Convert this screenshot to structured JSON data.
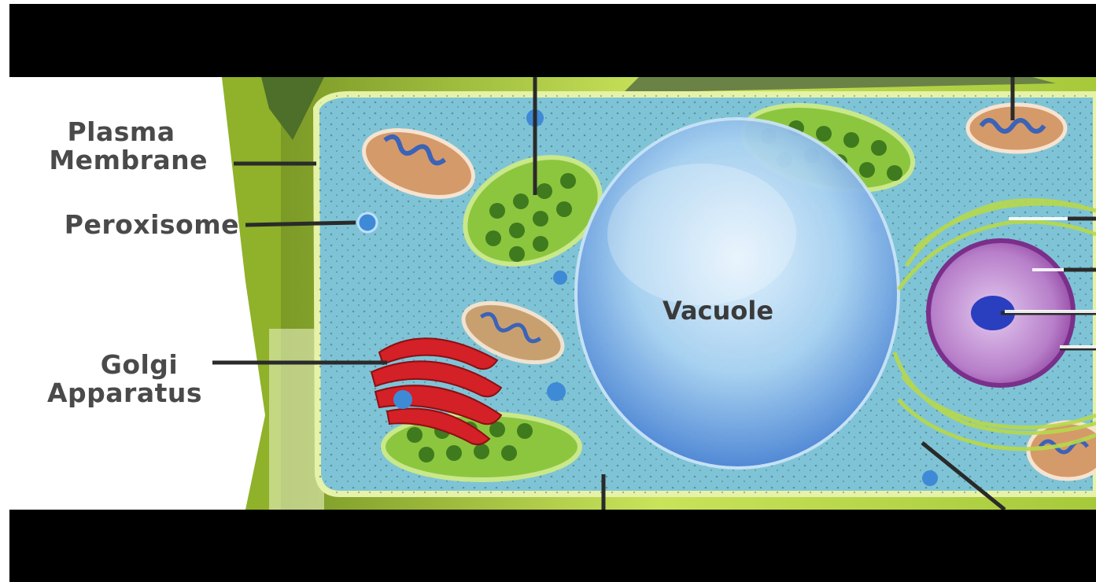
{
  "diagram": {
    "labels": {
      "plasma_membrane_line1": "Plasma",
      "plasma_membrane_line2": "Membrane",
      "peroxisome": "Peroxisome",
      "golgi_line1": "Golgi",
      "golgi_line2": "Apparatus",
      "vacuole": "Vacuole"
    },
    "colors": {
      "letterbox": "#000000",
      "cytoplasm": "#7fc4d6",
      "cell_wall": "#b8d94a",
      "vacuole": "#8fc0e8",
      "chloroplast": "#8cc63f",
      "golgi": "#d42027",
      "nucleus": "#b77fc9",
      "mitochondrion": "#d59a6a",
      "label_text": "#4a4a4a"
    }
  }
}
